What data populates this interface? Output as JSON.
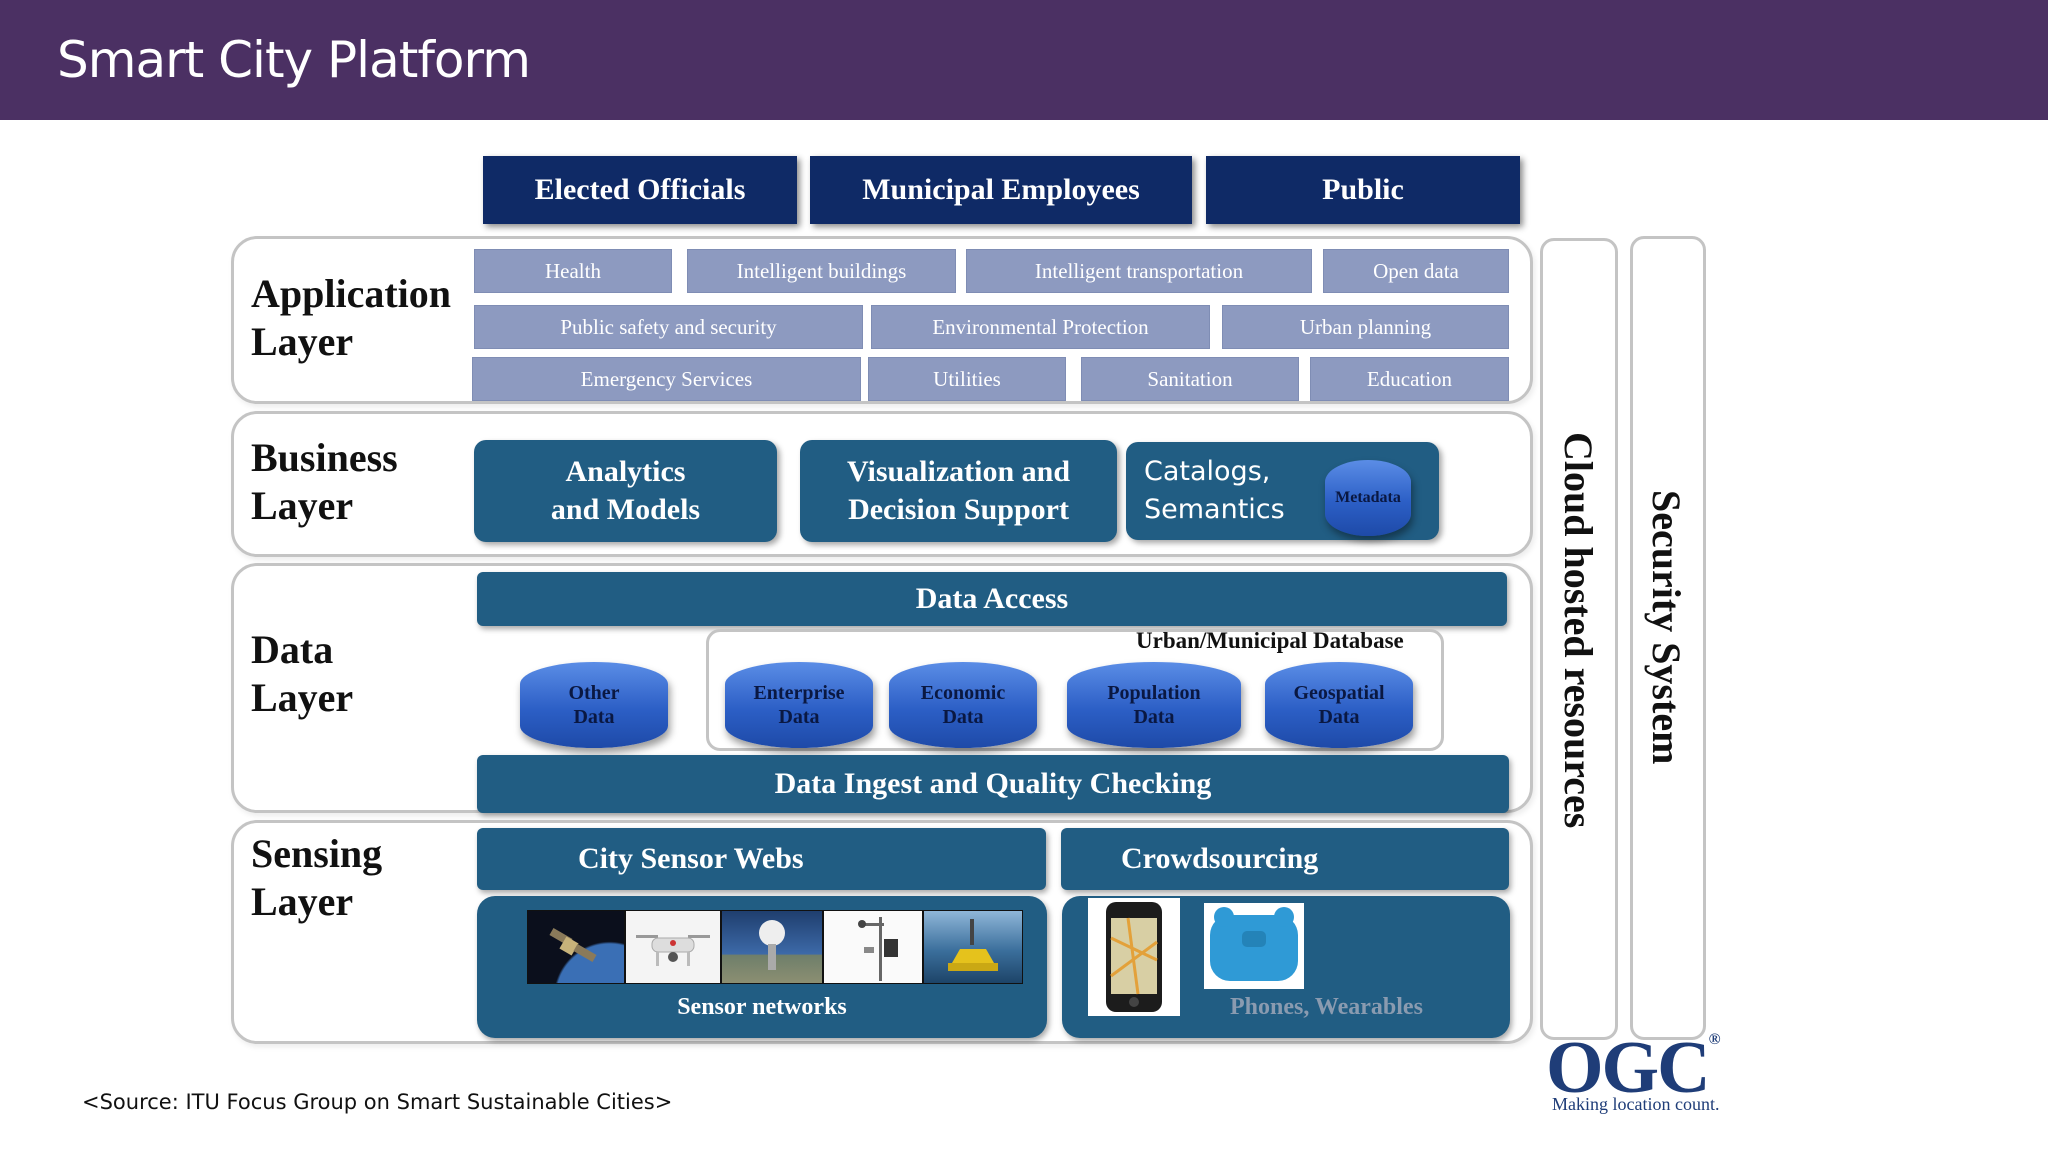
{
  "header": {
    "title": "Smart City Platform"
  },
  "audiences": [
    "Elected Officials",
    "Municipal Employees",
    "Public"
  ],
  "layers": {
    "application": {
      "label_line1": "Application",
      "label_line2": "Layer"
    },
    "business": {
      "label_line1": "Business",
      "label_line2": "Layer"
    },
    "data": {
      "label_line1": "Data",
      "label_line2": "Layer"
    },
    "sensing": {
      "label_line1": "Sensing",
      "label_line2": "Layer"
    }
  },
  "applications": {
    "row1": [
      "Health",
      "Intelligent buildings",
      "Intelligent transportation",
      "Open data"
    ],
    "row2": [
      "Public safety and security",
      "Environmental Protection",
      "Urban planning"
    ],
    "row3": [
      "Emergency Services",
      "Utilities",
      "Sanitation",
      "Education"
    ]
  },
  "business": {
    "analytics_line1": "Analytics",
    "analytics_line2": "and Models",
    "visualization_line1": "Visualization and",
    "visualization_line2": "Decision Support",
    "catalogs_line1": "Catalogs,",
    "catalogs_line2": "Semantics",
    "metadata": "Metadata"
  },
  "data": {
    "access": "Data Access",
    "database_title": "Urban/Municipal Database",
    "other_line1": "Other",
    "other_line2": "Data",
    "enterprise_line1": "Enterprise",
    "enterprise_line2": "Data",
    "economic_line1": "Economic",
    "economic_line2": "Data",
    "population_line1": "Population",
    "population_line2": "Data",
    "geospatial_line1": "Geospatial",
    "geospatial_line2": "Data",
    "ingest": "Data Ingest and Quality Checking"
  },
  "sensing": {
    "city_sensor_webs": "City Sensor Webs",
    "crowdsourcing": "Crowdsourcing",
    "sensor_networks": "Sensor networks",
    "phones_wearables": "Phones, Wearables"
  },
  "side": {
    "cloud": "Cloud hosted resources",
    "security": "Security System"
  },
  "footer": {
    "source": "<Source: ITU Focus Group on Smart Sustainable Cities>"
  },
  "logo": {
    "name": "OGC",
    "registered": "®",
    "tagline": "Making location count."
  },
  "colors": {
    "banner": "#4b3063",
    "audience": "#0f2a66",
    "box": "#215d83",
    "app": "#8d9ac0",
    "cylinder": "#2c5fc6"
  }
}
